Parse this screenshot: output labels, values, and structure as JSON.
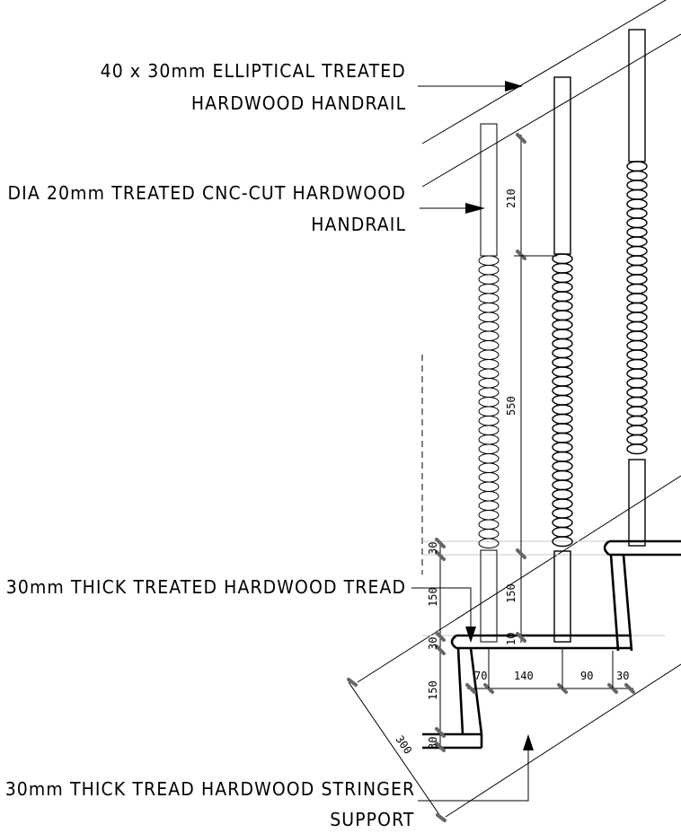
{
  "labels": {
    "handrail_line1": "40 x 30mm ELLIPTICAL TREATED",
    "handrail_line2": "HARDWOOD HANDRAIL",
    "baluster_line1": "DIA 20mm TREATED CNC-CUT HARDWOOD",
    "baluster_line2": "HANDRAIL",
    "tread": "30mm THICK TREATED HARDWOOD TREAD",
    "stringer_line1": "30mm THICK TREAD HARDWOOD STRINGER",
    "stringer_line2": "SUPPORT"
  },
  "dimensions": {
    "top_plain": "210",
    "turned_section": "550",
    "base_block": "150",
    "gap": "10",
    "tread_top": "30",
    "riser_upper": "150",
    "tread_mid": "30",
    "riser_lower": "150",
    "tread_bottom": "30",
    "nosing": "70",
    "spacing_1": "140",
    "spacing_2": "90",
    "end": "30",
    "going": "300"
  }
}
